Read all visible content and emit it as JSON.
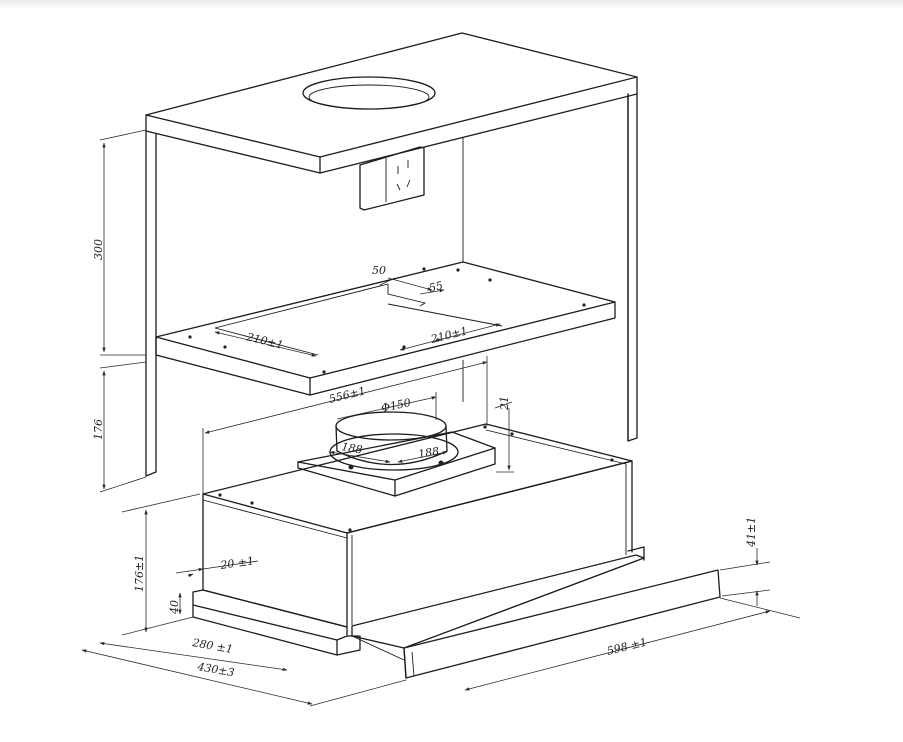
{
  "dimensions": {
    "cabinet_height": "300",
    "lower_gap": "176",
    "offset_top": "50",
    "offset_side": "55",
    "cutout_left": "210±1",
    "cutout_right": "210±1",
    "cabinet_width": "556±1",
    "duct_diameter": "Φ150",
    "duct_height": "21",
    "flange_left": "188",
    "flange_right": "188",
    "hood_height": "176±1",
    "front_step": "20 ±1",
    "front_lip": "40",
    "depth_inner": "280   ±1",
    "depth_total": "430±3",
    "width": "598 ±1",
    "slide_height": "41±1"
  },
  "colors": {
    "line": "#1c1c1c",
    "background": "#ffffff"
  },
  "icons": {
    "power_socket": "power-socket-icon"
  }
}
